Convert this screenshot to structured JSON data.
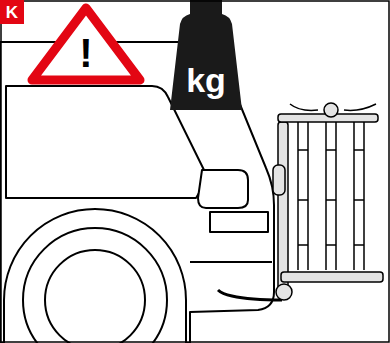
{
  "diagram": {
    "nodes": [
      {
        "text": [
          "K"
        ]
      },
      {
        "text": [
          "!"
        ]
      },
      {
        "text": [
          "kg"
        ]
      }
    ]
  }
}
